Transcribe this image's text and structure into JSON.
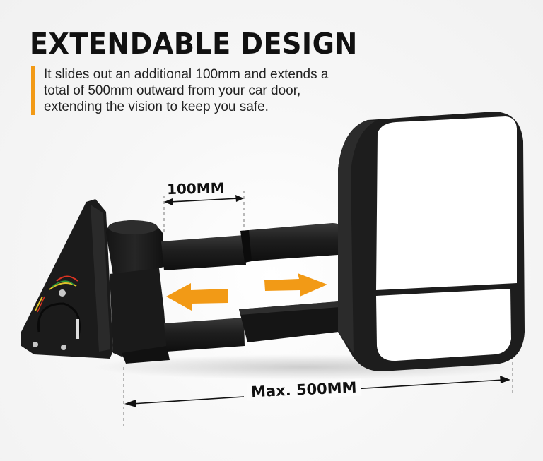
{
  "heading": {
    "title": "EXTENDABLE DESIGN",
    "accent_color": "#f29a16"
  },
  "description": {
    "lines": [
      "It slides out an additional 100mm and extends a",
      "total of 500mm outward from your car door,",
      "extending the vision to keep you safe."
    ]
  },
  "dimensions": {
    "extension_label": "100MM",
    "max_label": "Max. 500MM"
  },
  "product": {
    "name": "towing-mirror",
    "arrow_color": "#f29a16",
    "body_color": "#1c1c1c",
    "background_color": "#f2f2f2"
  }
}
